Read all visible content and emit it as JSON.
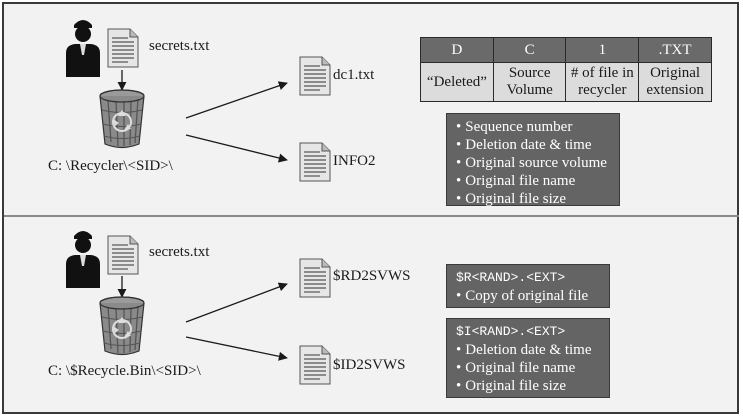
{
  "top": {
    "secret_file": "secrets.txt",
    "recycler_path": "C: \\Recycler\\<SID>\\",
    "renamed_file": "dc1.txt",
    "info_file": "INFO2",
    "table": {
      "header": [
        "D",
        "C",
        "1",
        ".TXT"
      ],
      "body": [
        [
          "“Deleted”"
        ],
        [
          "Source",
          "Volume"
        ],
        [
          "# of file in",
          "recycler"
        ],
        [
          "Original",
          "extension"
        ]
      ]
    },
    "info2_items": [
      "Sequence number",
      "Deletion date & time",
      "Original source volume",
      "Original file name",
      "Original file size"
    ]
  },
  "bottom": {
    "secret_file": "secrets.txt",
    "recycle_path": "C: \\$Recycle.Bin\\<SID>\\",
    "r_file": "$RD2SVWS",
    "i_file": "$ID2SVWS",
    "r_box": {
      "header": "$R<RAND>.<EXT>",
      "items": [
        "Copy of original file"
      ]
    },
    "i_box": {
      "header": "$I<RAND>.<EXT>",
      "items": [
        "Deletion date & time",
        "Original file name",
        "Original file size"
      ]
    }
  },
  "bullet": "•",
  "colors": {
    "frame_bg": "#f2f2f2",
    "box_dark": "#646464",
    "table_header": "#6a6a6a",
    "table_body": "#dcdcdc"
  },
  "icons": [
    "person-icon",
    "document-icon",
    "recycle-bin-icon",
    "arrow-icon"
  ]
}
